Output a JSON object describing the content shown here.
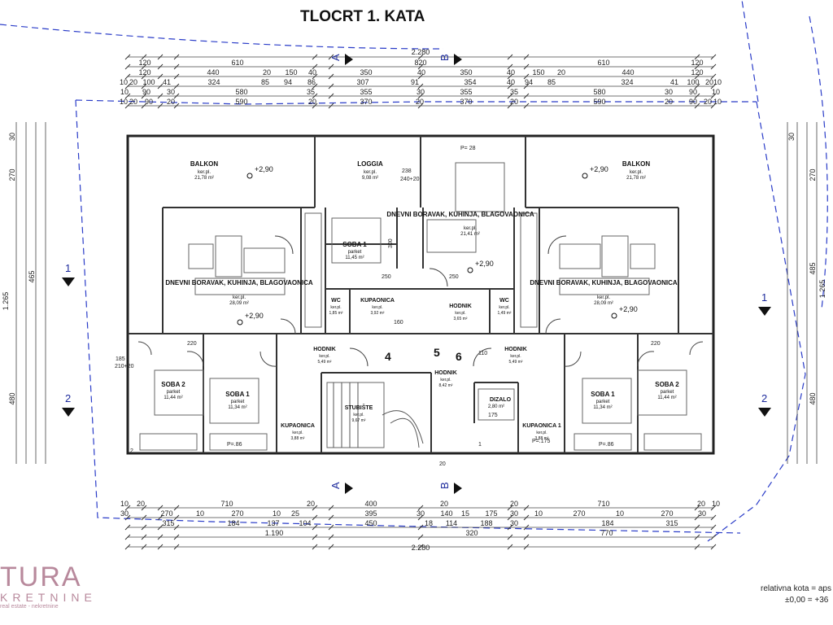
{
  "title": "TLOCRT 1. KATA",
  "logo": {
    "main": "TURA",
    "sub": "KRETNINE",
    "tag": "real estate - nekretnine"
  },
  "notes": {
    "line1": "relativna kota = aps",
    "line2": "±0,00 = +36"
  },
  "dim_top": {
    "total": "2.280",
    "row1": [
      "120",
      "610",
      "820",
      "610",
      "120"
    ],
    "row2": [
      "120",
      "440",
      "20",
      "150",
      "40",
      "350",
      "40",
      "350",
      "40",
      "150",
      "20",
      "440",
      "120"
    ],
    "row3": [
      "10",
      "20",
      "100",
      "41",
      "324",
      "85",
      "94",
      "86",
      "307",
      "91",
      "354",
      "40",
      "94",
      "85",
      "324",
      "41",
      "100",
      "20",
      "10"
    ],
    "row4": [
      "10",
      "90",
      "30",
      "580",
      "35",
      "355",
      "30",
      "355",
      "35",
      "580",
      "30",
      "90",
      "10"
    ],
    "row5": [
      "10",
      "20",
      "90",
      "20",
      "590",
      "20",
      "370",
      "20",
      "370",
      "20",
      "590",
      "20",
      "90",
      "20",
      "10"
    ]
  },
  "dim_bottom": {
    "total": "2.280",
    "sub": [
      "1.190",
      "320",
      "770"
    ],
    "row1": [
      "10",
      "20",
      "710",
      "20",
      "400",
      "20",
      "20",
      "710",
      "20",
      "10"
    ],
    "row2": [
      "30",
      "270",
      "10",
      "270",
      "10",
      "25",
      "395",
      "30",
      "140",
      "15",
      "175",
      "30",
      "10",
      "270",
      "10",
      "270",
      "30"
    ],
    "row3": [
      "315",
      "184",
      "137",
      "104",
      "450",
      "18",
      "114",
      "188",
      "30",
      "184",
      "315"
    ]
  },
  "dim_left": [
    "30",
    "270",
    "465",
    "1.265",
    "480"
  ],
  "dim_right": [
    "30",
    "270",
    "485",
    "1.265",
    "480"
  ],
  "section_marks": [
    "A",
    "B",
    "1",
    "2"
  ],
  "rooms": [
    {
      "name": "BALKON",
      "area": "21,78 m²"
    },
    {
      "name": "LOGGIA",
      "area": "9,08 m²"
    },
    {
      "name": "DNEVNI BORAVAK, KUHINJA, BLAGOVAONICA",
      "area": "21,41 m²"
    },
    {
      "name": "BALKON",
      "area": "21,78 m²"
    },
    {
      "name": "SOBA 1",
      "area": "11,45 m²"
    },
    {
      "name": "DNEVNI BORAVAK, KUHINJA, BLAGOVAONICA",
      "area": "28,09 m²"
    },
    {
      "name": "DNEVNI BORAVAK, KUHINJA, BLAGOVAONICA",
      "area": "28,09 m²"
    },
    {
      "name": "WC",
      "area": "1,85 m²"
    },
    {
      "name": "KUPAONICA",
      "area": "3,92 m²"
    },
    {
      "name": "HODNIK",
      "area": "3,65 m²"
    },
    {
      "name": "WC",
      "area": "1,49 m²"
    },
    {
      "name": "HODNIK",
      "area": "5,49 m²"
    },
    {
      "name": "HODNIK",
      "area": "5,49 m²"
    },
    {
      "name": "HODNIK",
      "area": "8,42 m²"
    },
    {
      "name": "SOBA 2",
      "area": "11,44 m²"
    },
    {
      "name": "SOBA 1",
      "area": "11,34 m²"
    },
    {
      "name": "STUBIŠTE",
      "area": "9,67 m²"
    },
    {
      "name": "DIZALO",
      "area": "2,80 m²"
    },
    {
      "name": "SOBA 1",
      "area": "11,34 m²"
    },
    {
      "name": "SOBA 2",
      "area": "11,44 m²"
    },
    {
      "name": "KUPAONICA",
      "area": "3,88 m²"
    },
    {
      "name": "KUPAONICA 1",
      "area": "3,88 m²"
    }
  ],
  "floor_types": {
    "tile": "ker.pl.",
    "parquet": "parket"
  },
  "levels": [
    "+2,90",
    "+2,90",
    "+2,90",
    "+2,90",
    "+2,90"
  ],
  "door_numbers": [
    "4",
    "5",
    "6"
  ],
  "misc_labels": [
    "P= 28",
    "P=.86",
    "P=.86",
    "P=.175",
    "238",
    "240+20",
    "300",
    "250",
    "250",
    "210+20",
    "185",
    "220",
    "220",
    "110",
    "160",
    "175",
    "20",
    "1",
    "2"
  ]
}
